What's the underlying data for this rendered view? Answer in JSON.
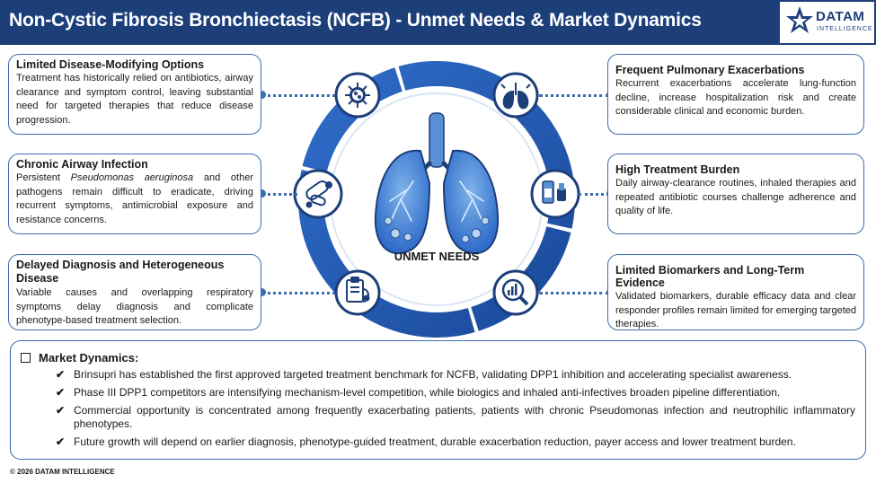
{
  "header": {
    "title": "Non-Cystic Fibrosis Bronchiectasis (NCFB) - Unmet Needs & Market Dynamics"
  },
  "logo": {
    "name": "DATAM",
    "sub": "INTELLIGENCE"
  },
  "center": {
    "label": "UNMET NEEDS"
  },
  "cards_left": [
    {
      "title": "Limited Disease-Modifying Options",
      "body": "Treatment has historically relied on antibiotics, airway clearance and symptom control, leaving substantial need for targeted therapies that reduce disease progression."
    },
    {
      "title": "Chronic Airway Infection",
      "body_pre": "Persistent ",
      "body_italic": "Pseudomonas aeruginosa",
      "body_post": " and other pathogens remain difficult to eradicate, driving recurrent symptoms, antimicrobial exposure and resistance concerns."
    },
    {
      "title": "Delayed Diagnosis and Heterogeneous Disease",
      "body": "Variable causes and overlapping respiratory symptoms delay diagnosis and complicate phenotype-based treatment selection."
    }
  ],
  "cards_right": [
    {
      "title": "Frequent Pulmonary Exacerbations",
      "body": "Recurrent exacerbations accelerate lung-function decline, increase hospitalization risk and create considerable clinical and economic burden."
    },
    {
      "title": "High Treatment Burden",
      "body": "Daily airway-clearance routines, inhaled therapies and repeated antibiotic courses challenge adherence and quality of life."
    },
    {
      "title": "Limited Biomarkers and Long-Term Evidence",
      "body": "Validated biomarkers, durable efficacy data and clear responder profiles remain limited for emerging targeted therapies."
    }
  ],
  "market": {
    "title": "Market Dynamics:",
    "items": [
      "Brinsupri has established the first approved targeted treatment benchmark for NCFB, validating DPP1 inhibition and accelerating specialist awareness.",
      "Phase III DPP1 competitors are intensifying mechanism-level competition, while biologics and inhaled anti-infectives broaden pipeline differentiation.",
      "Commercial opportunity is concentrated among frequently exacerbating patients, patients with chronic Pseudomonas infection and neutrophilic inflammatory phenotypes.",
      "Future growth will depend on earlier diagnosis, phenotype-guided treatment, durable exacerbation reduction, payer access and lower treatment burden."
    ]
  },
  "footer": {
    "text": "© 2026 DATAM INTELLIGENCE"
  },
  "colors": {
    "primary": "#1c3f7a",
    "accent": "#3b6db3",
    "ring_light": "#2f6cc9"
  },
  "icons": [
    "virus-icon",
    "bacteria-icon",
    "clipboard-stethoscope-icon",
    "lungs-alert-icon",
    "inhaler-icon",
    "magnifier-chart-icon",
    "lungs-icon",
    "datam-star-logo"
  ]
}
